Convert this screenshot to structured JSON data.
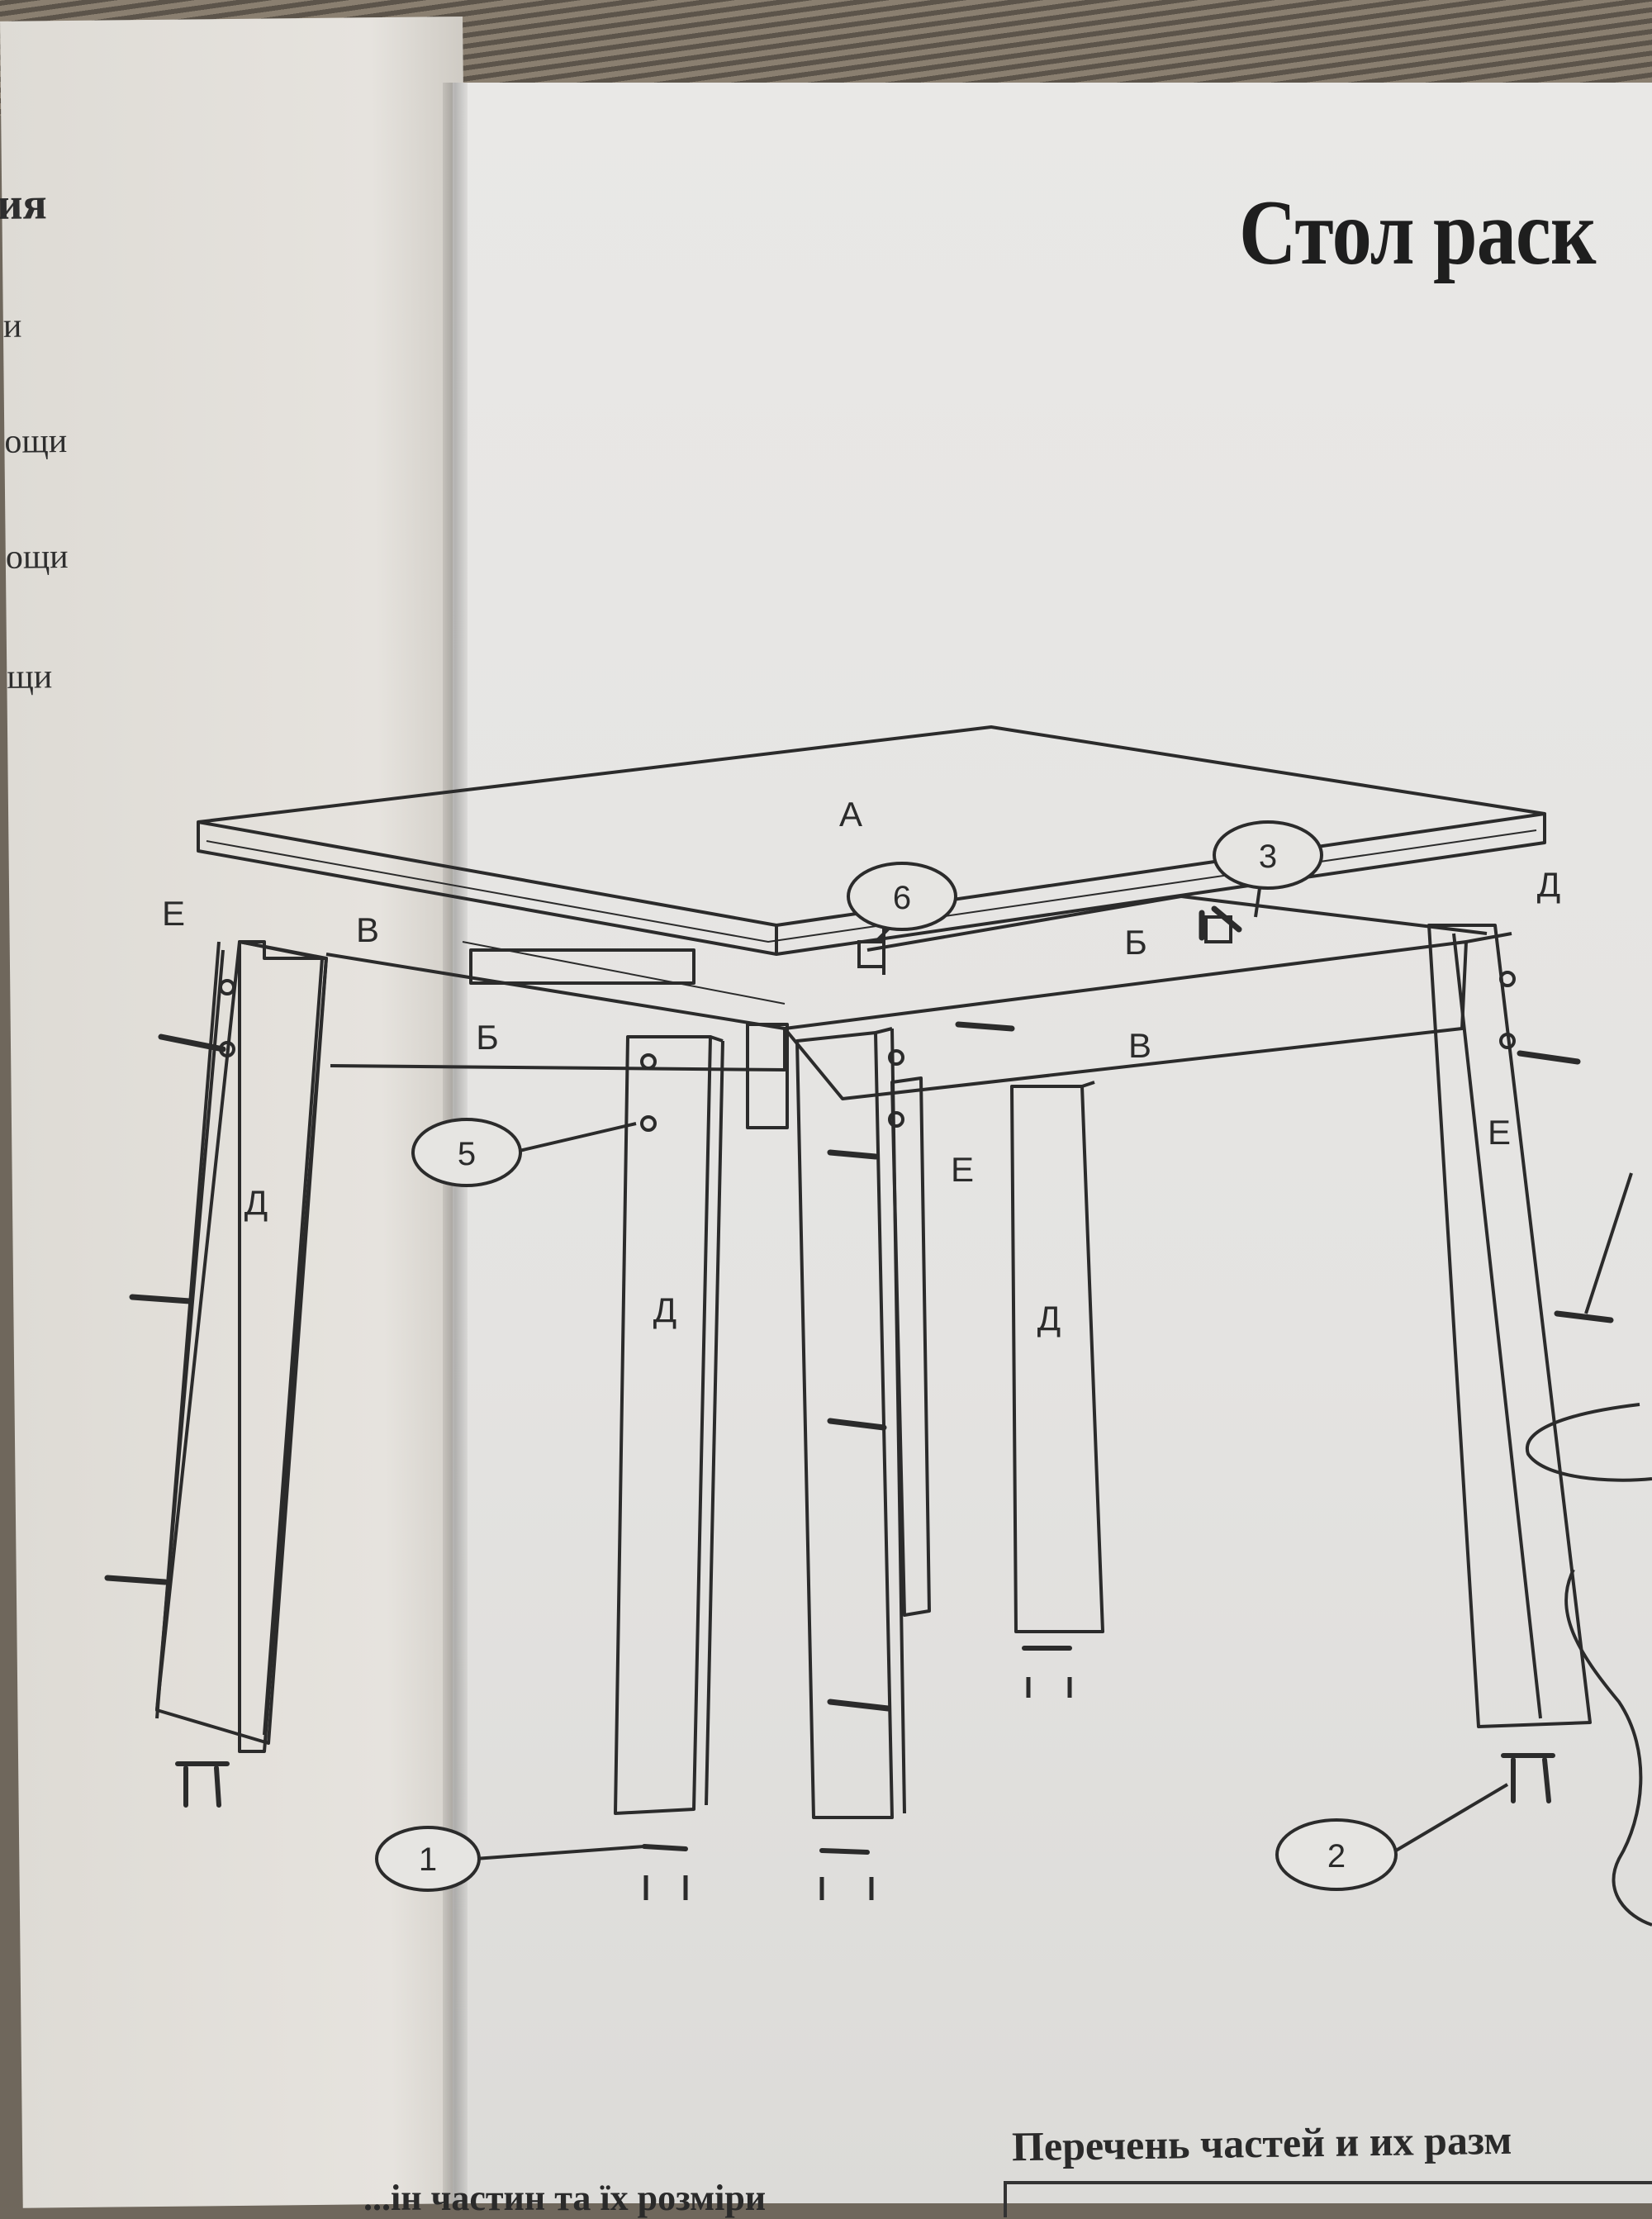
{
  "left_page": {
    "title_fragment": "ия",
    "line1": "и",
    "line2": "ощи",
    "line3": "ощи",
    "line4": "щи"
  },
  "document": {
    "title": "Стол раск",
    "parts_list_heading": "Перечень частей и их разм",
    "parts_list_heading_ua": "...ін частин та їх розміри"
  },
  "diagram": {
    "part_labels": {
      "tabletop": "А",
      "rail_b_left": "Б",
      "rail_b_back": "Б",
      "rail_v_left": "В",
      "rail_v_front": "В",
      "leg_d_left": "Д",
      "leg_d_front": "Д",
      "leg_d_back": "Д",
      "leg_d_right": "Д",
      "panel_e_left": "Е",
      "panel_e_center": "Е",
      "panel_e_right": "Е"
    },
    "callouts": {
      "c1": "1",
      "c2": "2",
      "c3": "3",
      "c5": "5",
      "c6": "6"
    }
  }
}
